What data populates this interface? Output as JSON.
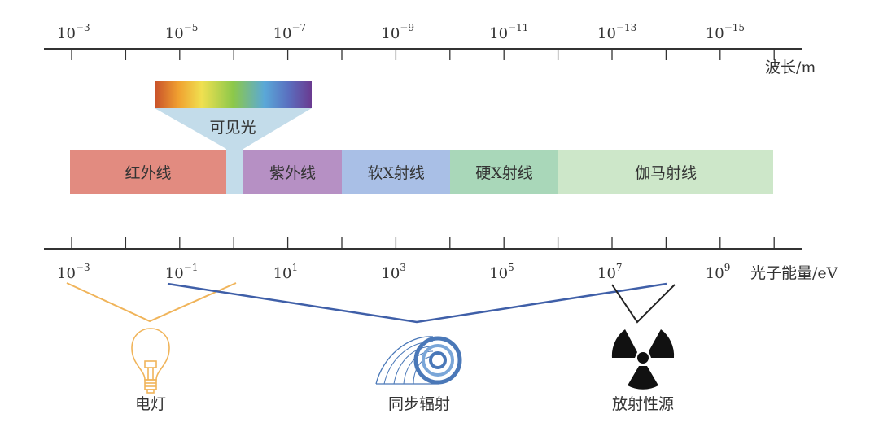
{
  "wavelength_axis": {
    "label": "波长/m",
    "tick_labels": [
      {
        "base": "10",
        "exp": "−3"
      },
      {
        "base": "10",
        "exp": "−5"
      },
      {
        "base": "10",
        "exp": "−7"
      },
      {
        "base": "10",
        "exp": "−9"
      },
      {
        "base": "10",
        "exp": "−11"
      },
      {
        "base": "10",
        "exp": "−13"
      },
      {
        "base": "10",
        "exp": "−15"
      }
    ]
  },
  "energy_axis": {
    "label": "光子能量/eV",
    "tick_labels": [
      {
        "base": "10",
        "exp": "−3"
      },
      {
        "base": "10",
        "exp": "−1"
      },
      {
        "base": "10",
        "exp": "1"
      },
      {
        "base": "10",
        "exp": "3"
      },
      {
        "base": "10",
        "exp": "5"
      },
      {
        "base": "10",
        "exp": "7"
      },
      {
        "base": "10",
        "exp": "9"
      }
    ]
  },
  "visible_light": {
    "label": "可见光"
  },
  "bands": [
    {
      "label": "红外线",
      "color": "#e28b80"
    },
    {
      "label": "紫外线",
      "color": "#b690c4"
    },
    {
      "label": "软X射线",
      "color": "#a9bfe6"
    },
    {
      "label": "硬X射线",
      "color": "#a9d7b9"
    },
    {
      "label": "伽马射线",
      "color": "#cde7c9"
    }
  ],
  "sources": [
    {
      "label": "电灯",
      "icon": "light-bulb-icon",
      "color": "#f0b45a"
    },
    {
      "label": "同步辐射",
      "icon": "synchrotron-icon",
      "color": "#3f5fa8"
    },
    {
      "label": "放射性源",
      "icon": "radiation-icon",
      "color": "#222222"
    }
  ]
}
